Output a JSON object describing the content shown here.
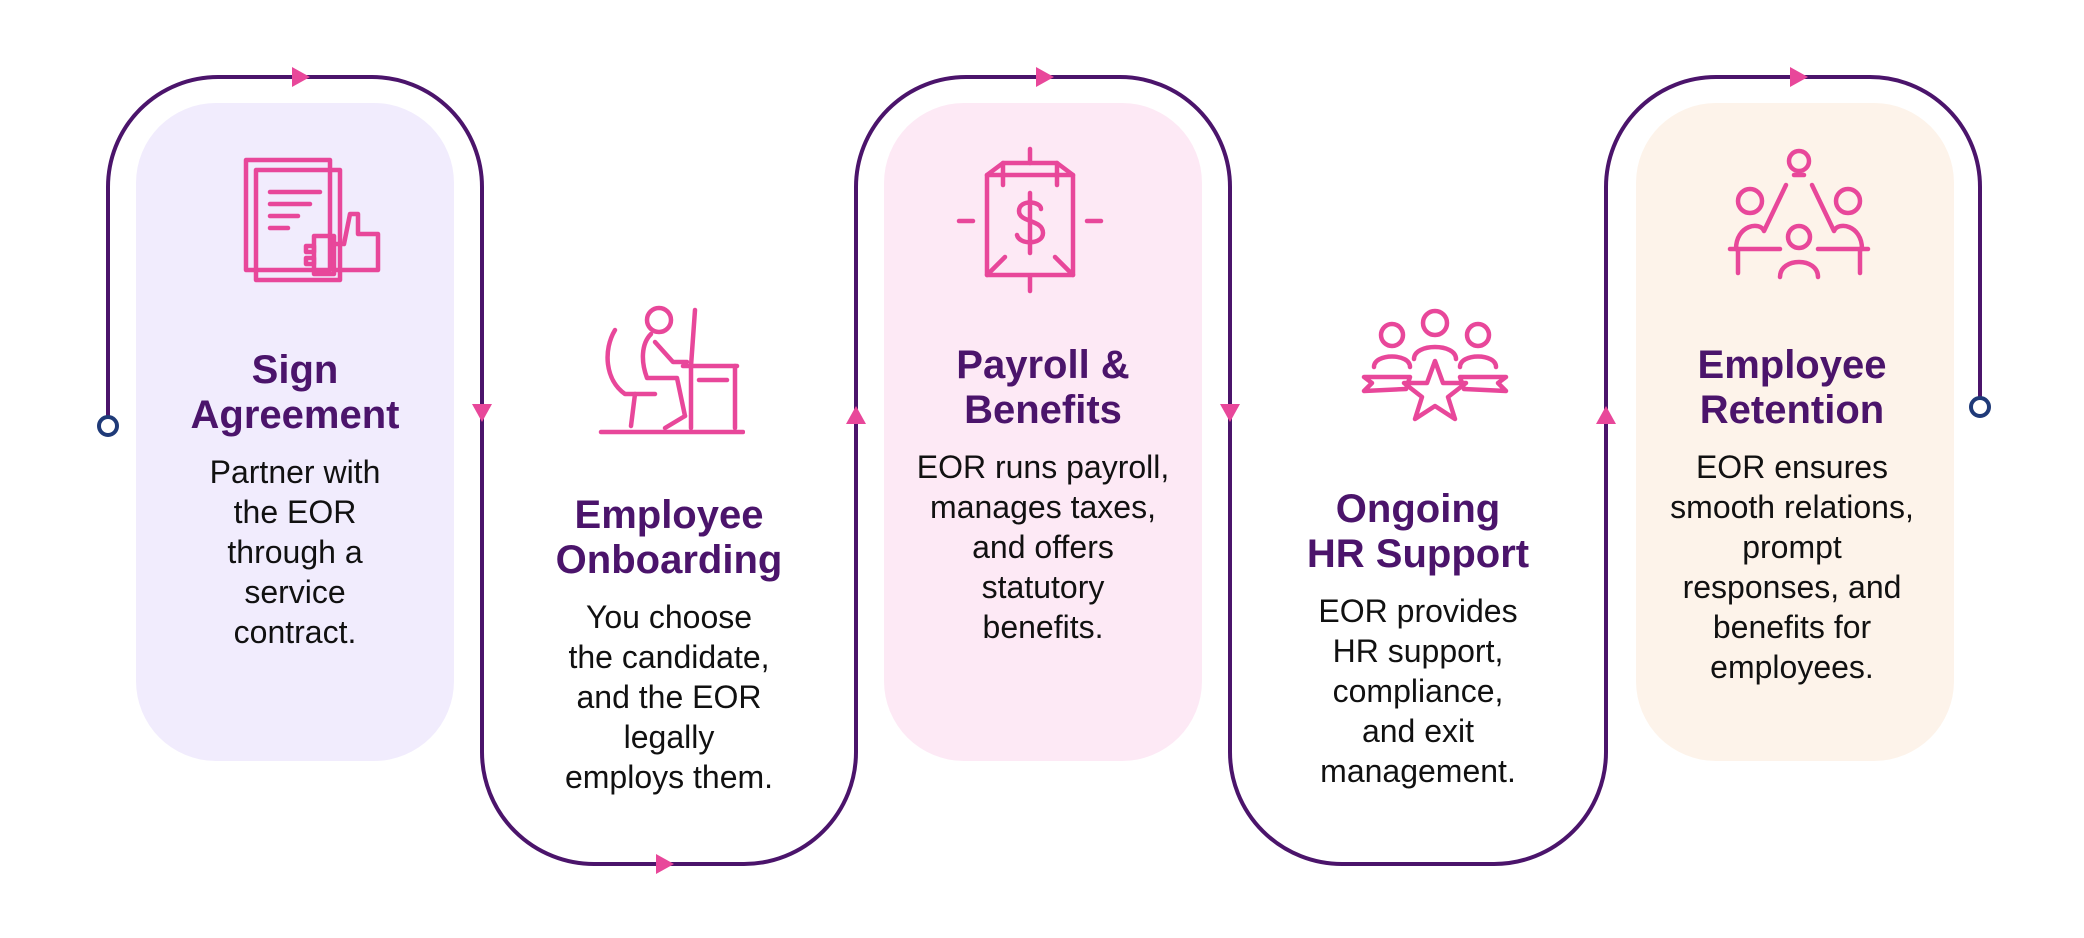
{
  "colors": {
    "track": "#4b146b",
    "accent": "#e8479a",
    "endpoint": "#1f3a78",
    "title": "#4b146b",
    "body_text": "#111111",
    "card_1": "#f1ecfd",
    "card_3": "#fde9f5",
    "card_5": "#fdf3ea"
  },
  "steps": [
    {
      "title_1": "Sign",
      "title_2": "Agreement",
      "body": [
        "Partner with",
        "the EOR",
        "through a",
        "service",
        "contract."
      ],
      "icon": "document-thumbs-up-icon"
    },
    {
      "title_1": "Employee",
      "title_2": "Onboarding",
      "body": [
        "You choose",
        "the candidate,",
        "and the EOR",
        "legally",
        "employs them."
      ],
      "icon": "person-at-desk-icon"
    },
    {
      "title_1": "Payroll &",
      "title_2": "Benefits",
      "body": [
        "EOR runs payroll,",
        "manages taxes,",
        "and offers",
        "statutory",
        "benefits."
      ],
      "icon": "dollar-box-icon"
    },
    {
      "title_1": "Ongoing",
      "title_2": "HR Support",
      "body": [
        "EOR provides",
        "HR support,",
        "compliance,",
        "and exit",
        "management."
      ],
      "icon": "team-star-icon"
    },
    {
      "title_1": "Employee",
      "title_2": "Retention",
      "body": [
        "EOR ensures",
        "smooth relations,",
        "prompt",
        "responses, and",
        "benefits for",
        "employees."
      ],
      "icon": "team-idea-icon"
    }
  ]
}
